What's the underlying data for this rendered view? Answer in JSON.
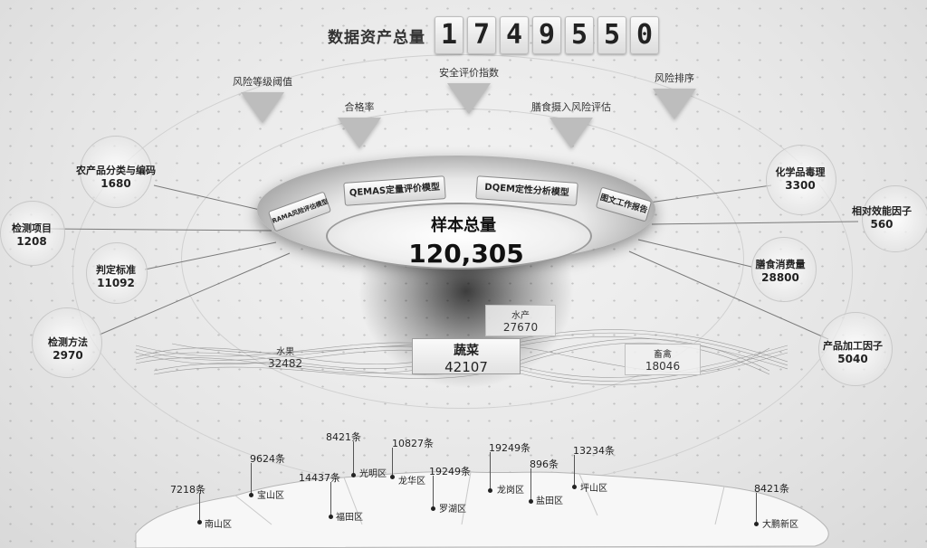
{
  "header": {
    "title_label": "数据资产总量",
    "digits": [
      "1",
      "7",
      "4",
      "9",
      "5",
      "5",
      "0"
    ]
  },
  "top_metrics": [
    {
      "label": "风险等级阈值"
    },
    {
      "label": "合格率"
    },
    {
      "label": "安全评价指数"
    },
    {
      "label": "膳食摄入风险评估"
    },
    {
      "label": "风险排序"
    }
  ],
  "left_metrics": [
    {
      "name": "农产品分类与编码",
      "value": "1680"
    },
    {
      "name": "检测项目",
      "value": "1208"
    },
    {
      "name": "判定标准",
      "value": "11092"
    },
    {
      "name": "检测方法",
      "value": "2970"
    }
  ],
  "right_metrics": [
    {
      "name": "化学品毒理",
      "value": "3300"
    },
    {
      "name": "相对效能因子",
      "value": "560"
    },
    {
      "name": "膳食消费量",
      "value": "28800"
    },
    {
      "name": "产品加工因子",
      "value": "5040"
    }
  ],
  "disc": {
    "models": [
      "RAMA风险评估模型",
      "QEMAS定量评价模型",
      "DQEM定性分析模型",
      "图文工作报告"
    ],
    "total_label": "样本总量",
    "total_value": "120,305"
  },
  "categories": {
    "main": {
      "name": "蔬菜",
      "value": "42107"
    },
    "fruit": {
      "name": "水果",
      "value": "32482"
    },
    "aquatic": {
      "name": "水产",
      "value": "27670"
    },
    "livestock": {
      "name": "畜禽",
      "value": "18046"
    }
  },
  "districts": [
    {
      "name": "南山区",
      "count": "7218条"
    },
    {
      "name": "宝山区",
      "count": "9624条"
    },
    {
      "name": "福田区",
      "count": "14437条"
    },
    {
      "name": "光明区",
      "count": "8421条"
    },
    {
      "name": "龙华区",
      "count": "10827条"
    },
    {
      "name": "罗湖区",
      "count": "19249条"
    },
    {
      "name": "龙岗区",
      "count": "19249条"
    },
    {
      "name": "盐田区",
      "count": "896条"
    },
    {
      "name": "坪山区",
      "count": "13234条"
    },
    {
      "name": "大鹏新区",
      "count": "8421条"
    }
  ]
}
